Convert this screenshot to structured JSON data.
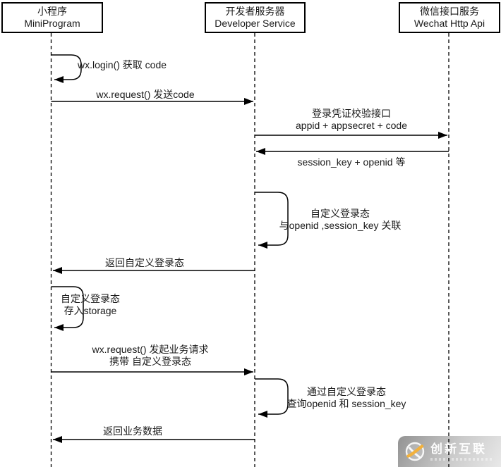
{
  "diagram": {
    "type": "sequence-diagram",
    "actors": [
      {
        "name_zh": "小程序",
        "name_en": "MiniProgram"
      },
      {
        "name_zh": "开发者服务器",
        "name_en": "Developer Service"
      },
      {
        "name_zh": "微信接口服务",
        "name_en": "Wechat Http Api"
      }
    ],
    "messages": [
      {
        "kind": "self",
        "actor": "MiniProgram",
        "lines": [
          "wx.login() 获取 code"
        ]
      },
      {
        "kind": "message",
        "from": "MiniProgram",
        "to": "Developer Service",
        "lines": [
          "wx.request() 发送code"
        ]
      },
      {
        "kind": "message",
        "from": "Developer Service",
        "to": "Wechat Http Api",
        "lines": [
          "登录凭证校验接口",
          "appid + appsecret + code"
        ]
      },
      {
        "kind": "message",
        "from": "Wechat Http Api",
        "to": "Developer Service",
        "lines": [
          "session_key + openid 等"
        ]
      },
      {
        "kind": "self",
        "actor": "Developer Service",
        "lines": [
          "自定义登录态",
          "与openid ,session_key 关联"
        ]
      },
      {
        "kind": "message",
        "from": "Developer Service",
        "to": "MiniProgram",
        "lines": [
          "返回自定义登录态"
        ]
      },
      {
        "kind": "self",
        "actor": "MiniProgram",
        "lines": [
          "自定义登录态",
          "存入storage"
        ]
      },
      {
        "kind": "message",
        "from": "MiniProgram",
        "to": "Developer Service",
        "lines": [
          "wx.request() 发起业务请求",
          "携带 自定义登录态"
        ]
      },
      {
        "kind": "self",
        "actor": "Developer Service",
        "lines": [
          "通过自定义登录态",
          "查询openid 和 session_key"
        ]
      },
      {
        "kind": "message",
        "from": "Developer Service",
        "to": "MiniProgram",
        "lines": [
          "返回业务数据"
        ]
      }
    ]
  },
  "watermark": {
    "brand": "创新互联"
  },
  "colors": {
    "line": "#000000",
    "text": "#1a1a1a",
    "background": "#ffffff",
    "watermark_text": "#ffffff",
    "logo_yellow": "#f2b13d"
  }
}
